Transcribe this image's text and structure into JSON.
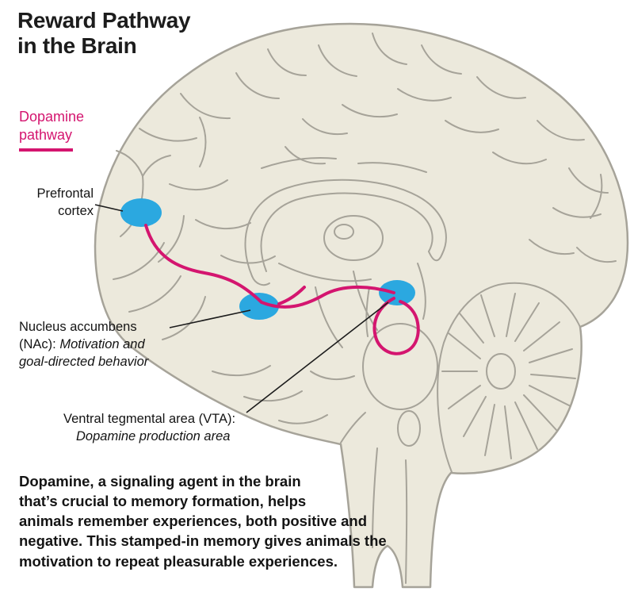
{
  "colors": {
    "magenta": "#d4156f",
    "blue": "#2ba8e0",
    "brain_fill": "#ece9dc",
    "brain_line": "#a6a399",
    "text": "#1a1a1a"
  },
  "title": {
    "line1": "Reward Pathway",
    "line2": "in the Brain"
  },
  "legend": {
    "line1": "Dopamine",
    "line2": "pathway"
  },
  "labels": {
    "prefrontal": {
      "line1": "Prefrontal",
      "line2": "cortex"
    },
    "nac": {
      "line1": "Nucleus accumbens",
      "line2_normal": "(NAc): ",
      "line2_italic": "Motivation and",
      "line3_italic": "goal-directed behavior"
    },
    "vta": {
      "line1": "Ventral tegmental area (VTA):",
      "line2_italic": "Dopamine production area"
    }
  },
  "paragraph": {
    "lines": [
      "Dopamine, a signaling agent in the brain",
      "that’s crucial to memory formation, helps",
      "animals remember experiences, both positive and",
      "negative. This stamped-in memory gives animals the",
      "motivation to repeat pleasurable experiences."
    ]
  }
}
